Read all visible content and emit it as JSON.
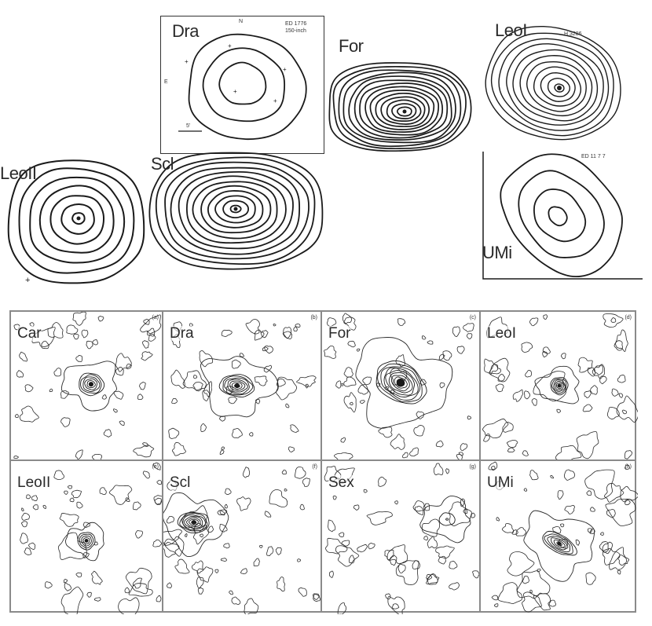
{
  "top_row": {
    "panels": [
      {
        "key": "dra",
        "label": "Dra",
        "annotation": "ED 1776",
        "annotation2": "150-inch",
        "compass_n": "N",
        "compass_e": "E",
        "scale_label": "5'"
      },
      {
        "key": "for",
        "label": "For"
      },
      {
        "key": "leoi",
        "label": "LeoI",
        "annotation": "H 3286"
      },
      {
        "key": "leoii",
        "label": "LeoII"
      },
      {
        "key": "scl",
        "label": "Scl"
      },
      {
        "key": "umi",
        "label": "UMi",
        "annotation": "ED 11 7 7"
      }
    ]
  },
  "bottom_grid": {
    "cells": [
      {
        "key": "car",
        "label": "Car",
        "corner": "(a)"
      },
      {
        "key": "dra2",
        "label": "Dra",
        "corner": "(b)"
      },
      {
        "key": "for2",
        "label": "For",
        "corner": "(c)"
      },
      {
        "key": "leoi2",
        "label": "LeoI",
        "corner": "(d)"
      },
      {
        "key": "leoii2",
        "label": "LeoII",
        "corner": "(e)"
      },
      {
        "key": "scl2",
        "label": "Scl",
        "corner": "(f)"
      },
      {
        "key": "sex",
        "label": "Sex",
        "corner": "(g)"
      },
      {
        "key": "umi2",
        "label": "UMi",
        "corner": "(h)"
      }
    ]
  },
  "colors": {
    "ink": "#1a1a1a",
    "frame": "#8a8a8a"
  }
}
